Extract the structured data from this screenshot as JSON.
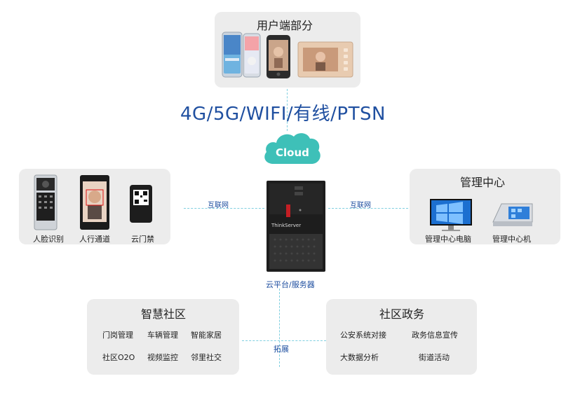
{
  "user_section": {
    "title": "用户端部分"
  },
  "network_label": "4G/5G/WIFI/有线/PTSN",
  "cloud": {
    "label": "Cloud"
  },
  "server": {
    "label": "云平台/服务器",
    "brand": "ThinkServer"
  },
  "left_section": {
    "devices": [
      {
        "label": "人脸识别"
      },
      {
        "label": "人行通道"
      },
      {
        "label": "云门禁"
      }
    ],
    "link_label": "互联网"
  },
  "right_section": {
    "title": "管理中心",
    "devices": [
      {
        "label": "管理中心电脑"
      },
      {
        "label": "管理中心机"
      }
    ],
    "link_label": "互联网"
  },
  "smart_community": {
    "title": "智慧社区",
    "items": [
      "门岗管理",
      "车辆管理",
      "智能家居",
      "社区O2O",
      "视频监控",
      "邻里社交"
    ]
  },
  "community_gov": {
    "title": "社区政务",
    "items": [
      "公安系统对接",
      "政务信息宣传",
      "大数据分析",
      "街道活动"
    ]
  },
  "expand_label": "拓展",
  "colors": {
    "accent": "#1f4fa0",
    "dash": "#7fcfe0",
    "cloud": "#3ec0b8"
  }
}
